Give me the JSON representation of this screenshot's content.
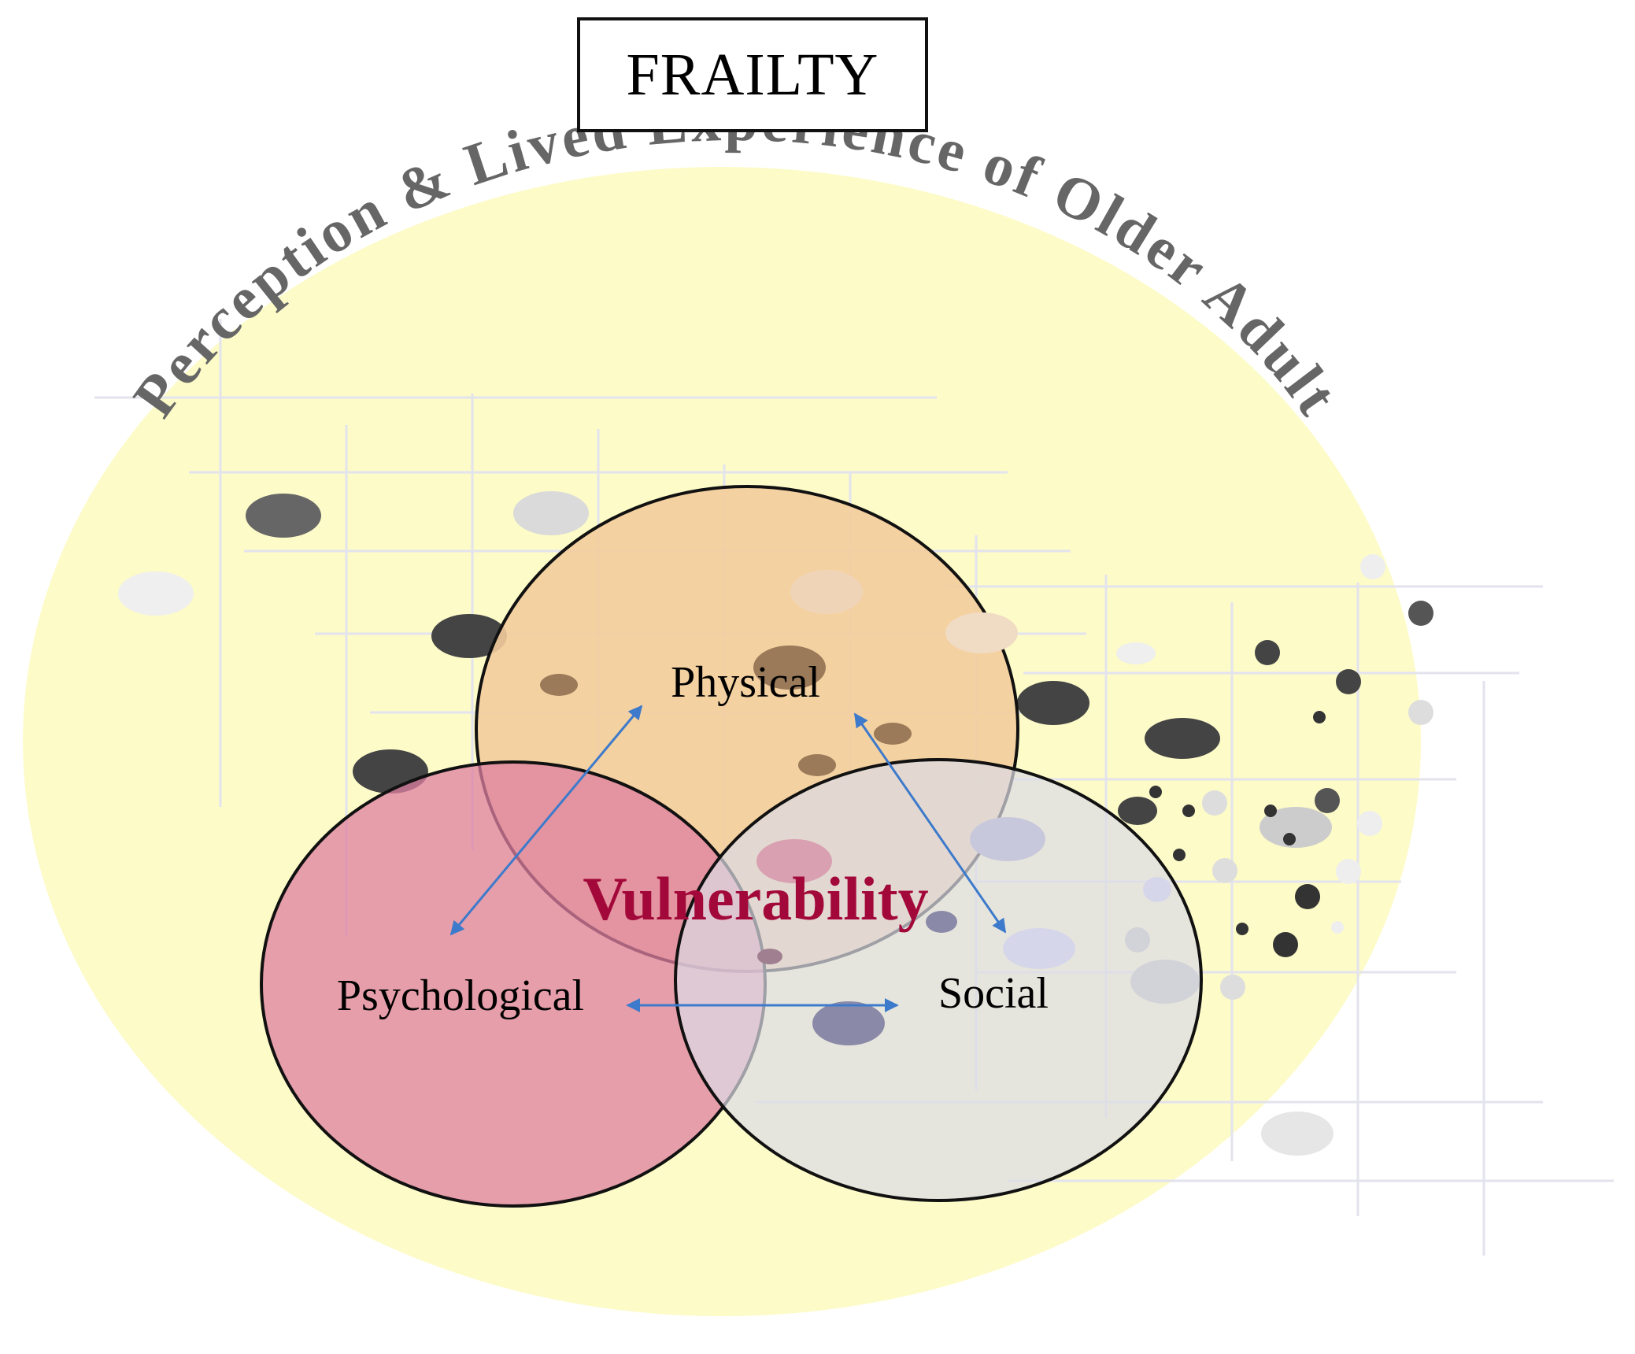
{
  "title": "FRAILTY",
  "outer_label": "Perception & Lived Experience of Older Adult",
  "center_label": "Vulnerability",
  "nodes": {
    "physical": "Physical",
    "psychological": "Psychological",
    "social": "Social"
  },
  "colors": {
    "outer_fill": "#fdfbc8",
    "physical_fill": "#f3cc9c",
    "psychological_fill": "#dd7fa0",
    "social_fill": "#dcdce6",
    "center_text": "#a3083a",
    "arc_text": "#666666",
    "arrow": "#3d7acb",
    "outline": "#111111"
  }
}
